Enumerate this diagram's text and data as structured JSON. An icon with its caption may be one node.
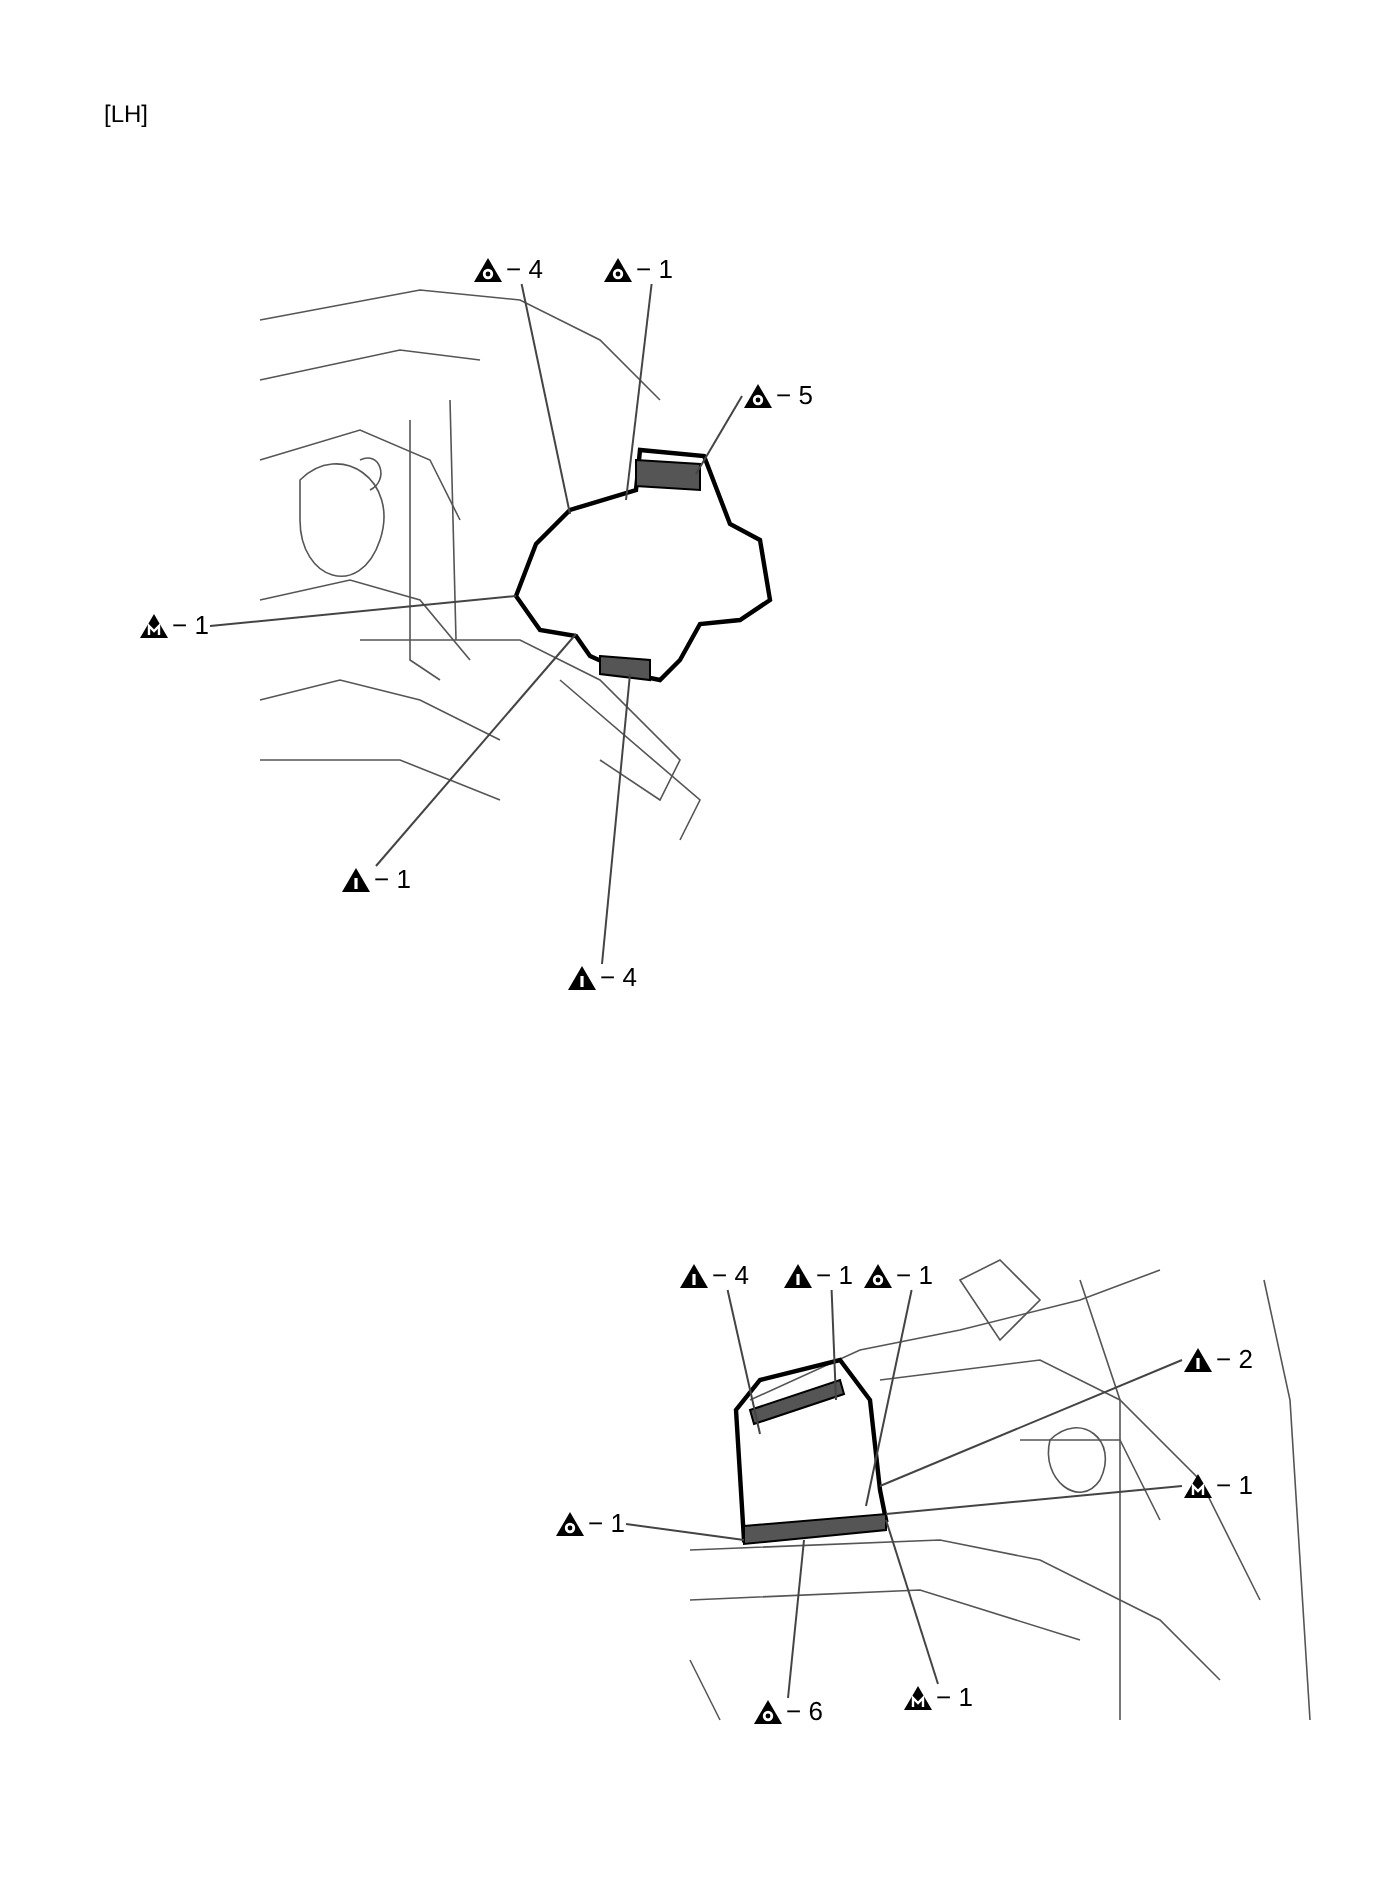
{
  "diagram": {
    "nodes": [
      {
        "text": [
          "− 4"
        ]
      },
      {
        "text": [
          "− 1"
        ]
      },
      {
        "text": [
          "− 5"
        ]
      },
      {
        "text": [
          "− 1"
        ]
      },
      {
        "text": [
          "− 1"
        ]
      },
      {
        "text": [
          "− 4"
        ]
      },
      {
        "text": [
          "− 4"
        ]
      },
      {
        "text": [
          "− 1"
        ]
      },
      {
        "text": [
          "− 1"
        ]
      },
      {
        "text": [
          "− 2"
        ]
      },
      {
        "text": [
          "− 1"
        ]
      },
      {
        "text": [
          "− 1"
        ]
      },
      {
        "text": [
          "− 6"
        ]
      },
      {
        "text": [
          "− 1"
        ]
      }
    ],
    "edges": [
      {
        "from": 0,
        "to": null,
        "arrow": "none"
      },
      {
        "from": 1,
        "to": null,
        "arrow": "none"
      },
      {
        "from": 2,
        "to": null,
        "arrow": "none"
      },
      {
        "from": 3,
        "to": null,
        "arrow": "none"
      },
      {
        "from": 4,
        "to": null,
        "arrow": "none"
      },
      {
        "from": 5,
        "to": null,
        "arrow": "none"
      },
      {
        "from": 6,
        "to": null,
        "arrow": "none"
      },
      {
        "from": 7,
        "to": null,
        "arrow": "none"
      },
      {
        "from": 8,
        "to": null,
        "arrow": "none"
      },
      {
        "from": 9,
        "to": null,
        "arrow": "none"
      },
      {
        "from": 10,
        "to": null,
        "arrow": "none"
      },
      {
        "from": 11,
        "to": null,
        "arrow": "none"
      },
      {
        "from": 12,
        "to": null,
        "arrow": "none"
      },
      {
        "from": 13,
        "to": null,
        "arrow": "none"
      }
    ],
    "labels": [
      "[LH]"
    ]
  }
}
